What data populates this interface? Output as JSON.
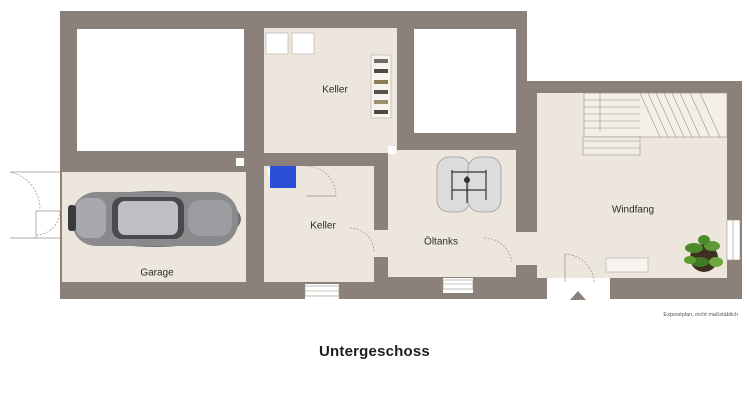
{
  "rooms": {
    "keller_top": "Keller",
    "keller_mid": "Keller",
    "garage": "Garage",
    "oeltanks": "Öltanks",
    "windfang": "Windfang"
  },
  "note": "Exposéplan, nicht maßstäblich",
  "small_note": "Illustration/unmaßstäblich",
  "floor_title": "Untergeschoss",
  "colors": {
    "wall": "#8b817a",
    "room": "#ede6dc",
    "door": "#ffffff"
  },
  "icons": [
    "car-icon",
    "oil-tank-icon",
    "plant-icon",
    "stairs-icon",
    "washing-machine-icon",
    "shelf-icon",
    "boiler-icon",
    "entrance-arrow-icon"
  ]
}
